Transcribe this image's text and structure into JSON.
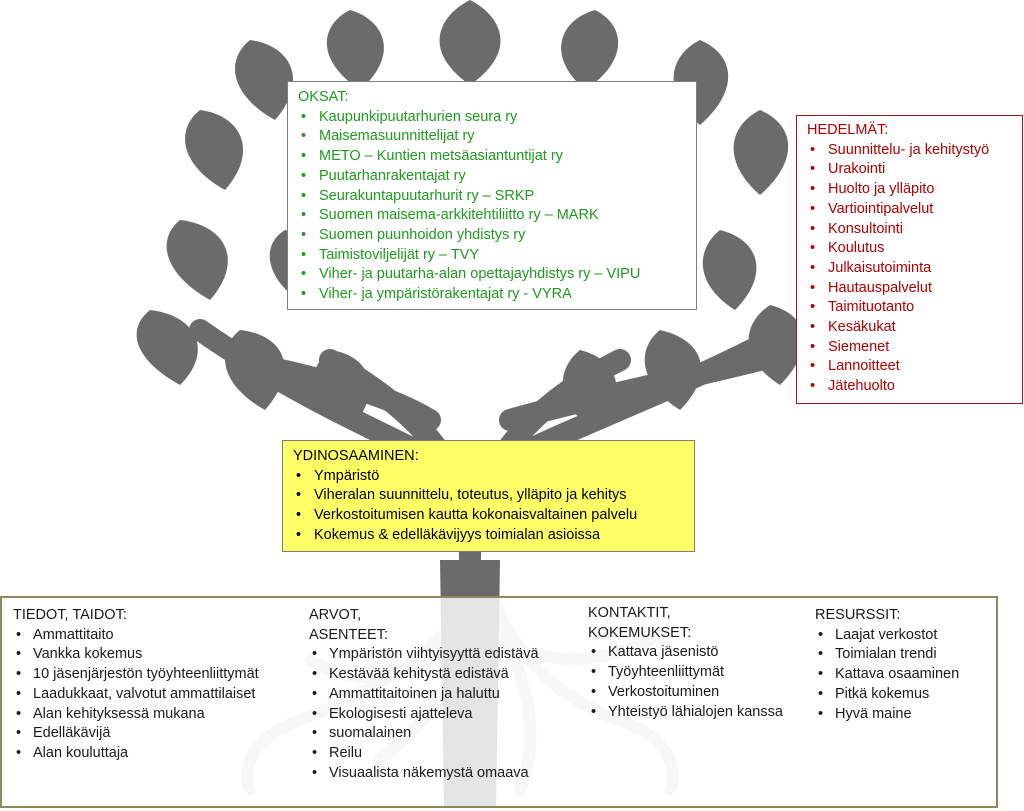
{
  "oksat": {
    "title": "OKSAT:",
    "items": [
      "Kaupunkipuutarhurien seura ry",
      "Maisemasuunnittelijat ry",
      "METO – Kuntien metsäasiantuntijat ry",
      "Puutarhanrakentajat ry",
      "Seurakuntapuutarhurit ry – SRKP",
      "Suomen maisema-arkkitehtiliitto ry – MARK",
      "Suomen puunhoidon yhdistys ry",
      "Taimistoviljelijät ry – TVY",
      "Viher- ja puutarha-alan opettajayhdistys ry – VIPU",
      "Viher- ja ympäristörakentajat ry - VYRA"
    ]
  },
  "hedelmat": {
    "title": "HEDELMÄT:",
    "items": [
      "Suunnittelu- ja kehitystyö",
      "Urakointi",
      "Huolto ja ylläpito",
      "Vartiointipalvelut",
      "Konsultointi",
      "Koulutus",
      "Julkaisutoiminta",
      "Hautauspalvelut",
      "Taimituotanto",
      "Kesäkukat",
      "Siemenet",
      "Lannoitteet",
      "Jätehuolto"
    ]
  },
  "ydinosaaminen": {
    "title": "YDINOSAAMINEN:",
    "items": [
      "Ympäristö",
      "Viheralan suunnittelu, toteutus, ylläpito ja kehitys",
      "Verkostoitumisen kautta kokonaisvaltainen palvelu",
      "Kokemus & edelläkävijyys toimialan asioissa"
    ]
  },
  "juuret": {
    "tiedot": {
      "title": "TIEDOT, TAIDOT:",
      "items": [
        "Ammattitaito",
        "Vankka kokemus",
        "10 jäsenjärjestön työyhteenliittymät",
        "Laadukkaat, valvotut ammattilaiset",
        "Alan kehityksessä mukana",
        "Edelläkävijä",
        "Alan kouluttaja"
      ]
    },
    "arvot": {
      "title": "ARVOT,\nASENTEET:",
      "items": [
        "Ympäristön viihtyisyyttä edistävä",
        "Kestävää kehitystä edistävä",
        "Ammattitaitoinen ja haluttu",
        "Ekologisesti ajatteleva",
        "suomalainen",
        "Reilu",
        "Visuaalista näkemystä omaava"
      ]
    },
    "kontaktit": {
      "title": "KONTAKTIT,\nKOKEMUKSET:",
      "items": [
        "Kattava jäsenistö",
        "Työyhteenliittymät",
        "Verkostoituminen",
        "Yhteistyö lähialojen kanssa"
      ]
    },
    "resurssit": {
      "title": "RESURSSIT:",
      "items": [
        "Laajat verkostot",
        "Toimialan trendi",
        "Kattava osaaminen",
        "Pitkä kokemus",
        "Hyvä maine"
      ]
    }
  },
  "colors": {
    "tree": "#6b6b6b",
    "roots": "#d4d4d4",
    "oksat_text": "#1e9a1e",
    "hedelmat_text": "#b00000",
    "ydin_fill": "#ffff66"
  }
}
